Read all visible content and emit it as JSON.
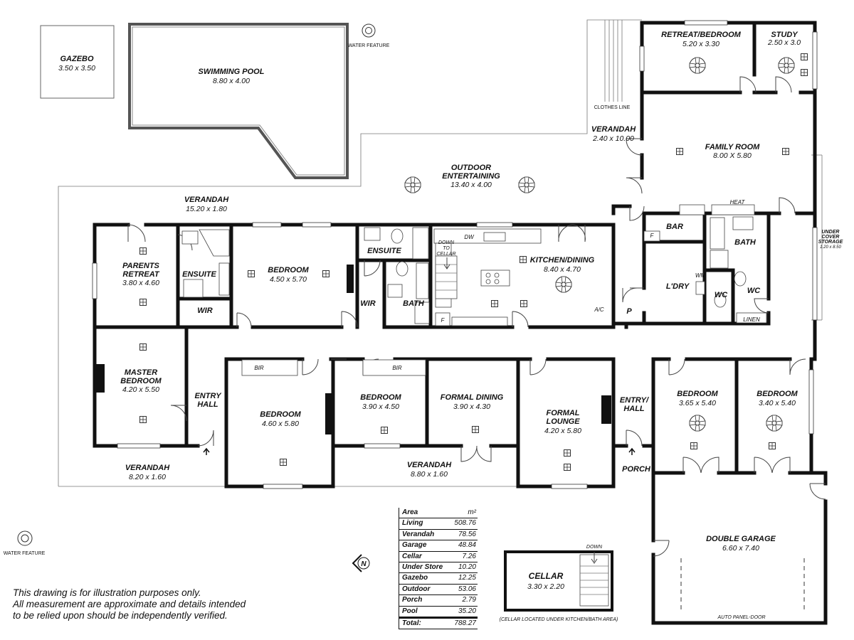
{
  "rooms": {
    "gazebo": {
      "name": "GAZEBO",
      "dim": "3.50 x 3.50"
    },
    "pool": {
      "name": "SWIMMING POOL",
      "dim": "8.80 x 4.00"
    },
    "water_feature_top": "WATER FEATURE",
    "water_feature_left": "WATER FEATURE",
    "verandah_top": {
      "name": "VERANDAH",
      "dim": "15.20 x 1.80"
    },
    "outdoor": {
      "name1": "OUTDOOR",
      "name2": "ENTERTAINING",
      "dim": "13.40 x 4.00"
    },
    "clothes_line": "CLOTHES LINE",
    "verandah_side": {
      "name": "VERANDAH",
      "dim": "2.40 x 10.00"
    },
    "retreat_bedroom": {
      "name": "RETREAT/BEDROOM",
      "dim": "5.20 x 3.30"
    },
    "study": {
      "name": "STUDY",
      "dim": "2.50 x 3.0"
    },
    "family_room": {
      "name": "FAMILY ROOM",
      "dim": "8.00 X 5.80"
    },
    "under_cover": {
      "l1": "UNDER",
      "l2": "COVER",
      "l3": "STORAGE",
      "dim": "1.20 x 8.50"
    },
    "parents_retreat": {
      "name1": "PARENTS",
      "name2": "RETREAT",
      "dim": "3.80 x 4.60"
    },
    "ensuite1": "ENSUITE",
    "wir1": "WIR",
    "bedroom1": {
      "name": "BEDROOM",
      "dim": "4.50 x 5.70"
    },
    "ensuite2": "ENSUITE",
    "wir2": "WIR",
    "bath1": "BATH",
    "down_to_cellar": {
      "l1": "DOWN",
      "l2": "TO",
      "l3": "CELLAR"
    },
    "dw": "DW",
    "kitchen": {
      "name": "KITCHEN/DINING",
      "dim": "8.40 x 4.70"
    },
    "ac": "A/C",
    "f1": "F",
    "f2": "F",
    "pantry": "P",
    "bar": "BAR",
    "heat": "HEAT",
    "bath2": "BATH",
    "ldry": "L'DRY",
    "wm": "WM",
    "wc1": "WC",
    "wc2": "WC",
    "linen": "LINEN",
    "master": {
      "name1": "MASTER",
      "name2": "BEDROOM",
      "dim": "4.20 x 5.50"
    },
    "entry_hall_left": {
      "name1": "ENTRY",
      "name2": "HALL"
    },
    "bir1": "BIR",
    "bedroom2": {
      "name": "BEDROOM",
      "dim": "4.60 x 5.80"
    },
    "bir2": "BIR",
    "bedroom3": {
      "name": "BEDROOM",
      "dim": "3.90 x 4.50"
    },
    "formal_dining": {
      "name": "FORMAL DINING",
      "dim": "3.90 x 4.30"
    },
    "formal_lounge": {
      "name1": "FORMAL",
      "name2": "LOUNGE",
      "dim": "4.20 x 5.80"
    },
    "entry_hall_right": {
      "name1": "ENTRY/",
      "name2": "HALL"
    },
    "bedroom4": {
      "name": "BEDROOM",
      "dim": "3.65 x 5.40"
    },
    "bedroom5": {
      "name": "BEDROOM",
      "dim": "3.40 x 5.40"
    },
    "verandah_left": {
      "name": "VERANDAH",
      "dim": "8.20 x 1.60"
    },
    "verandah_mid": {
      "name": "VERANDAH",
      "dim": "8.80 x 1.60"
    },
    "porch": "PORCH",
    "double_garage": {
      "name": "DOUBLE GARAGE",
      "dim": "6.60 x 7.40"
    },
    "auto_door": "AUTO PANEL-DOOR",
    "cellar": {
      "name": "CELLAR",
      "dim": "3.30 x 2.20",
      "down": "DOWN",
      "note": "(CELLAR LOCATED UNDER KITCHEN/BATH AREA)"
    }
  },
  "area_table": {
    "header_left": "Area",
    "header_right": "m²",
    "rows": [
      {
        "label": "Living",
        "value": "508.76"
      },
      {
        "label": "Verandah",
        "value": "78.56"
      },
      {
        "label": "Garage",
        "value": "48.84"
      },
      {
        "label": "Cellar",
        "value": "7.26"
      },
      {
        "label": "Under Store",
        "value": "10.20"
      },
      {
        "label": "Gazebo",
        "value": "12.25"
      },
      {
        "label": "Outdoor",
        "value": "53.06"
      },
      {
        "label": "Porch",
        "value": "2.79"
      },
      {
        "label": "Pool",
        "value": "35.20"
      }
    ],
    "total_label": "Total:",
    "total_value": "788.27"
  },
  "disclaimer": {
    "l1": "This drawing is for illustration purposes only.",
    "l2": "All measurement are approximate and details intended",
    "l3": "to be relied upon should be independently verified."
  },
  "compass_letter": "N"
}
